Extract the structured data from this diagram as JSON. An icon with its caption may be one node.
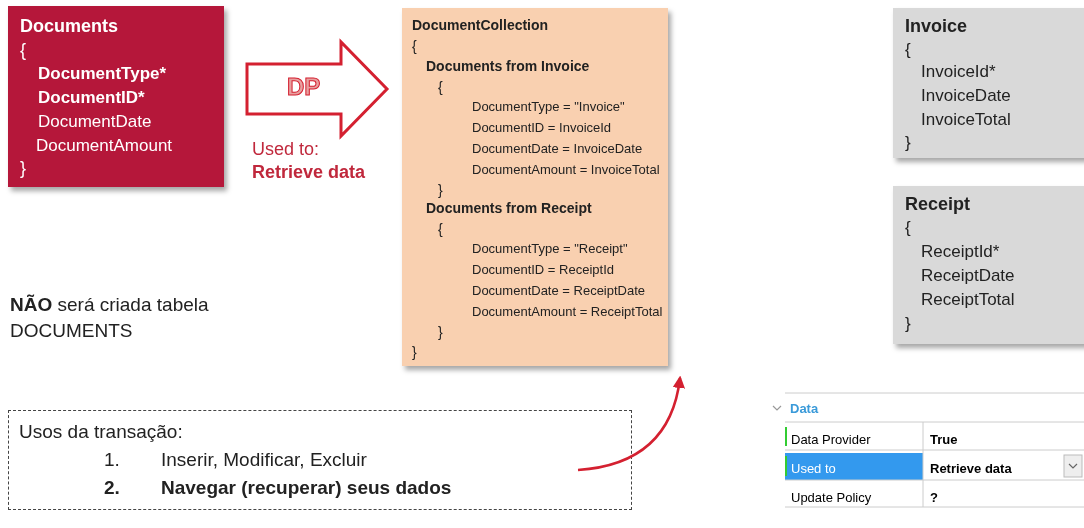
{
  "diagram": {
    "nodes": [
      {
        "text": [
          "Documents",
          "{",
          "DocumentType*",
          "DocumentID*",
          "DocumentDate",
          "DocumentAmount",
          "}"
        ]
      },
      {
        "text": [
          "DocumentCollection",
          "{",
          "Documents from Invoice",
          "{",
          "DocumentType = \"Invoice\"",
          "DocumentID = InvoiceId",
          "DocumentDate = InvoiceDate",
          "DocumentAmount = InvoiceTotal",
          "}",
          "Documents from Receipt",
          "{",
          "DocumentType = \"Receipt\"",
          "DocumentID = ReceiptId",
          "DocumentDate = ReceiptDate",
          "DocumentAmount = ReceiptTotal",
          "}",
          "}"
        ]
      },
      {
        "text": [
          "Invoice",
          "{",
          "InvoiceId*",
          "InvoiceDate",
          "InvoiceTotal",
          "}"
        ]
      },
      {
        "text": [
          "Receipt",
          "{",
          "ReceiptId*",
          "ReceiptDate",
          "ReceiptTotal",
          "}"
        ]
      },
      {
        "text": [
          "Usos da transação:",
          "1.",
          "Inserir, Modificar, Excluir",
          "2.",
          "Navegar (recuperar) seus dados"
        ]
      }
    ],
    "edges": [
      {
        "from": 0,
        "to": 1,
        "arrow": "to",
        "label": "DP",
        "style": "thick"
      },
      {
        "from": 4,
        "to": 1,
        "arrow": "to"
      }
    ],
    "labels": [
      "Used to:",
      "Retrieve data",
      "**NÃO** será criada tabela DOCUMENTS",
      "Data",
      "Data Provider",
      "True",
      "Used to",
      "Retrieve data",
      "Update Policy",
      "?"
    ]
  }
}
